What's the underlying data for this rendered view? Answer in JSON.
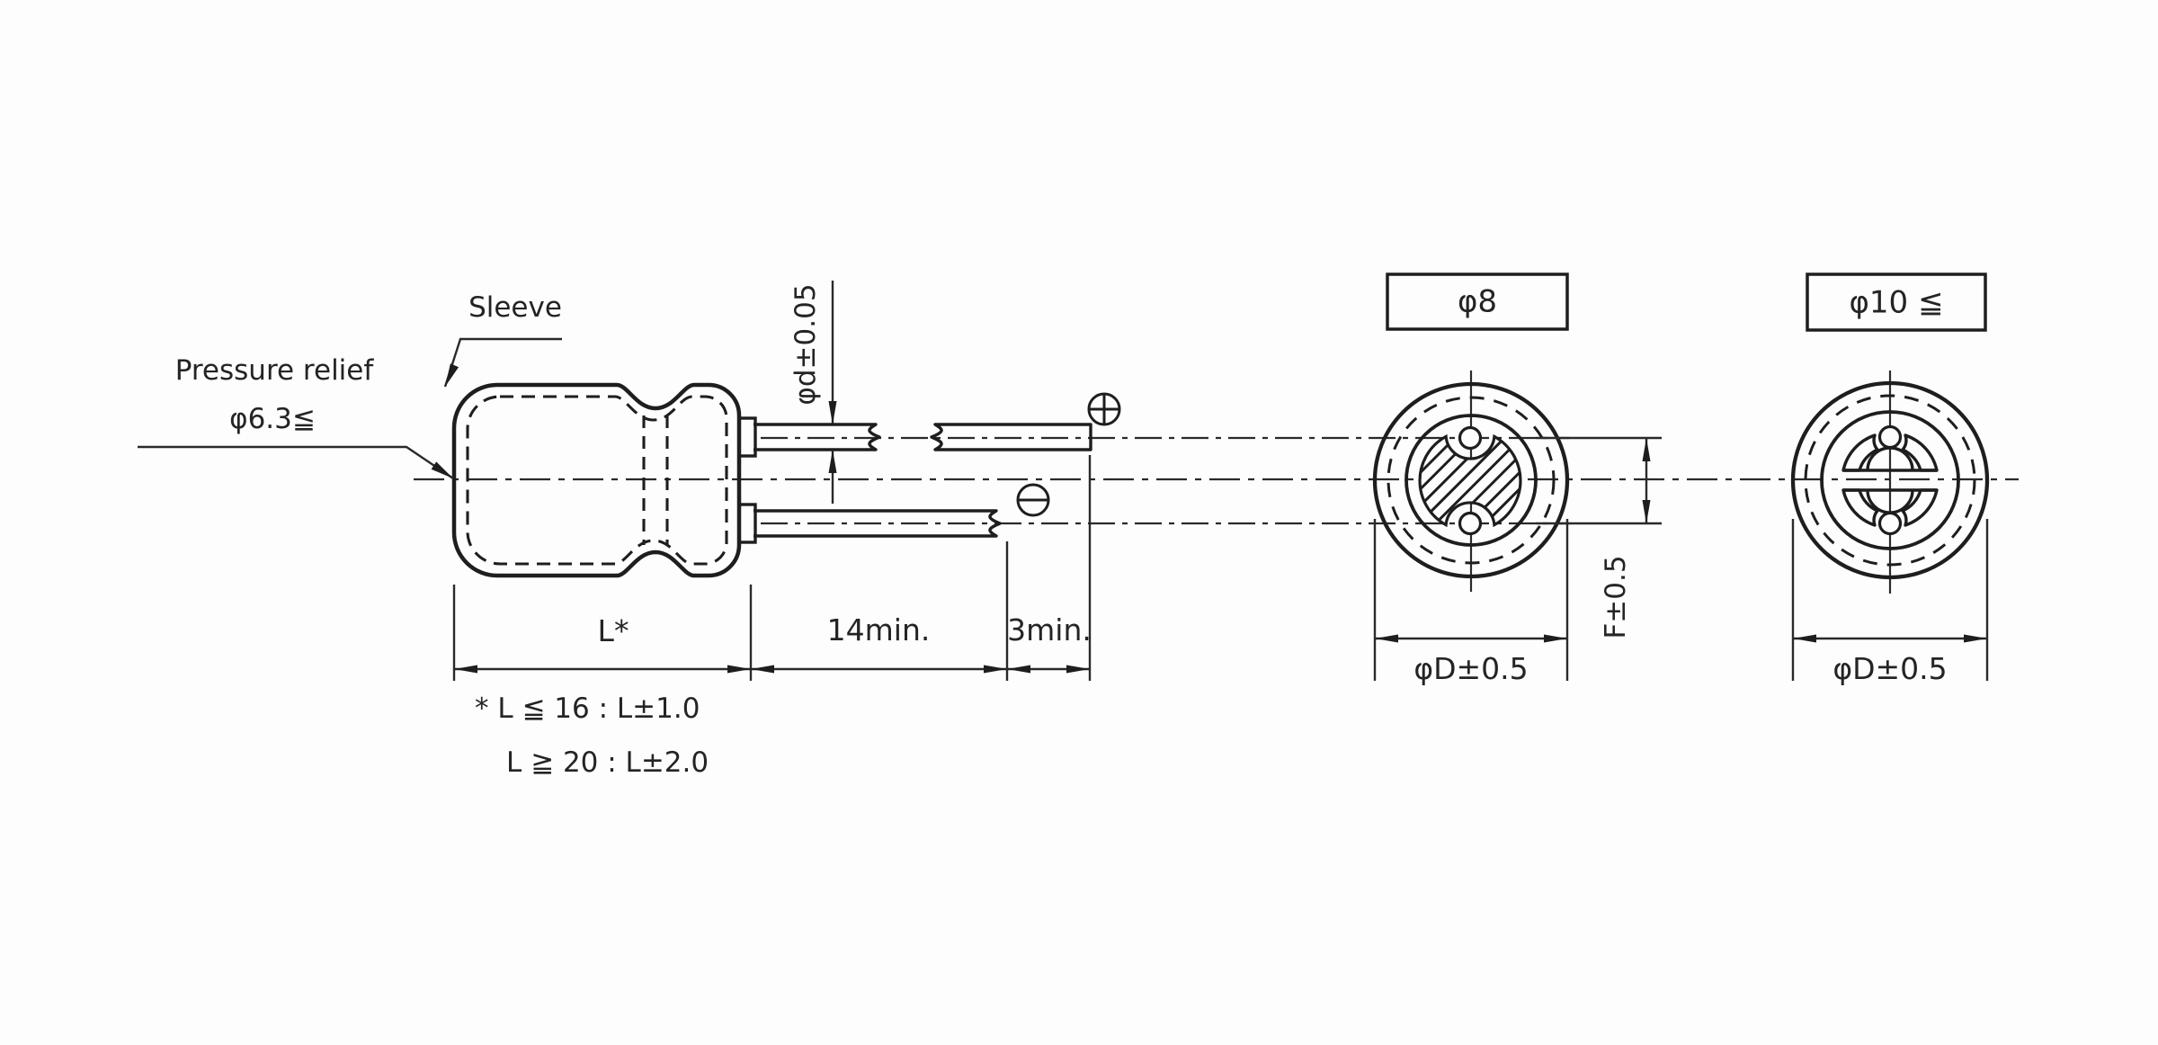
{
  "side_view": {
    "sleeve_label": "Sleeve",
    "pressure_relief_label": "Pressure relief",
    "pressure_relief_size": "φ6.3≦",
    "lead_diameter_dim": "φd±0.05",
    "body_length_dim": "L*",
    "lead_length_dim": "14min.",
    "lead_tip_dim": "3min.",
    "positive_lead_symbol": "plus-in-circle",
    "negative_lead_symbol": "minus-in-circle"
  },
  "notes": {
    "line1": "* L ≦ 16 : L±1.0",
    "line2": "L ≧ 20 : L±2.0"
  },
  "end_view_phi8": {
    "title": "φ8",
    "diameter_dim": "φD±0.5",
    "lead_spacing_dim": "F±0.5"
  },
  "end_view_phi10": {
    "title": "φ10 ≦",
    "diameter_dim": "φD±0.5"
  },
  "colors": {
    "line": "#1e1e1e",
    "text": "#242424",
    "background": "#fdfdfd"
  }
}
